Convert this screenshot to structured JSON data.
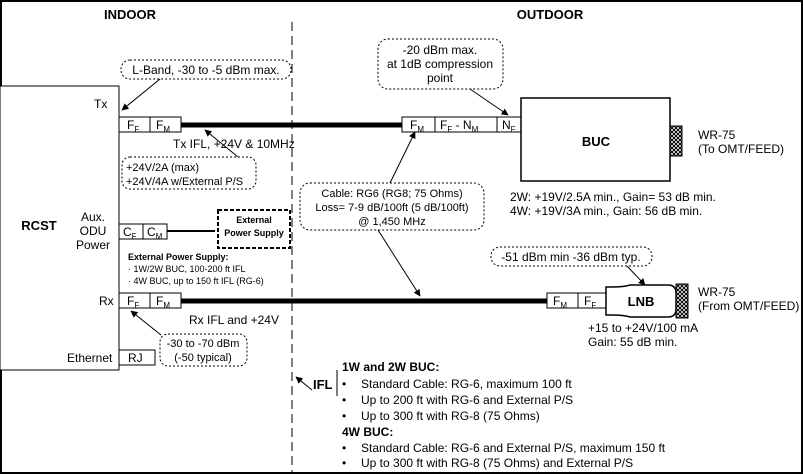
{
  "headings": {
    "indoor": "INDOOR",
    "outdoor": "OUTDOOR"
  },
  "rcst": {
    "name": "RCST",
    "tx": "Tx",
    "aux": [
      "Aux.",
      "ODU",
      "Power"
    ],
    "rx": "Rx",
    "ethernet": "Ethernet"
  },
  "conn": {
    "f": "F",
    "f_sub_f": "F",
    "f_sub_m": "M",
    "c": "C",
    "c_sub_f": "F",
    "c_sub_m": "M",
    "n": "N",
    "n_sub_m": "M",
    "n_sub_f": "F",
    "dash": " - ",
    "rj": "RJ"
  },
  "callouts": {
    "lband": "L-Band, -30 to -5 dBm max.",
    "compression": [
      "-20 dBm max.",
      "at 1dB compression",
      "point"
    ],
    "tx_power": [
      "+24V/2A (max)",
      "+24V/4A w/External P/S"
    ],
    "cable": [
      "Cable: RG6 (RG8; 75 Ohms)",
      "Loss= 7-9 dB/100ft (5 dB/100ft)",
      "@ 1,450 MHz"
    ],
    "lnb_level": "-51 dBm min -36 dBm typ.",
    "rx_level": [
      "-30 to -70  dBm",
      "(-50 typical)"
    ]
  },
  "labels": {
    "tx_ifl": "Tx IFL, +24V & 10MHz",
    "rx_ifl": "Rx IFL and +24V",
    "ext_ps": [
      "External",
      "Power Supply"
    ],
    "ext_ps_note_title": "External Power Supply:",
    "ext_ps_note_lines": [
      "· 1W/2W BUC, 100-200 ft IFL",
      "· 4W BUC, up to 150 ft IFL (RG-6)"
    ],
    "buc": "BUC",
    "buc_wr": [
      "WR-75",
      "(To OMT/FEED)"
    ],
    "buc_specs": [
      "2W: +19V/2.5A min., Gain= 53 dB min.",
      "4W: +19V/3A min.,  Gain: 56 dB min."
    ],
    "lnb": "LNB",
    "lnb_wr": [
      "WR-75",
      "(From OMT/FEED)"
    ],
    "lnb_specs": [
      "+15 to +24V/100 mA",
      "Gain: 55 dB min."
    ],
    "ifl": "IFL"
  },
  "notes": {
    "h1": "1W and 2W BUC:",
    "l1": [
      "Standard Cable: RG-6, maximum 100 ft",
      "Up to 200 ft with RG-6 and External P/S",
      "Up to 300 ft with RG-8 (75 Ohms)"
    ],
    "h2": "4W BUC:",
    "l2": [
      "Standard Cable: RG-6 and External P/S, maximum 150 ft",
      "Up to 300 ft with RG-8 (75 Ohms) and External P/S"
    ],
    "bullet": "•"
  }
}
